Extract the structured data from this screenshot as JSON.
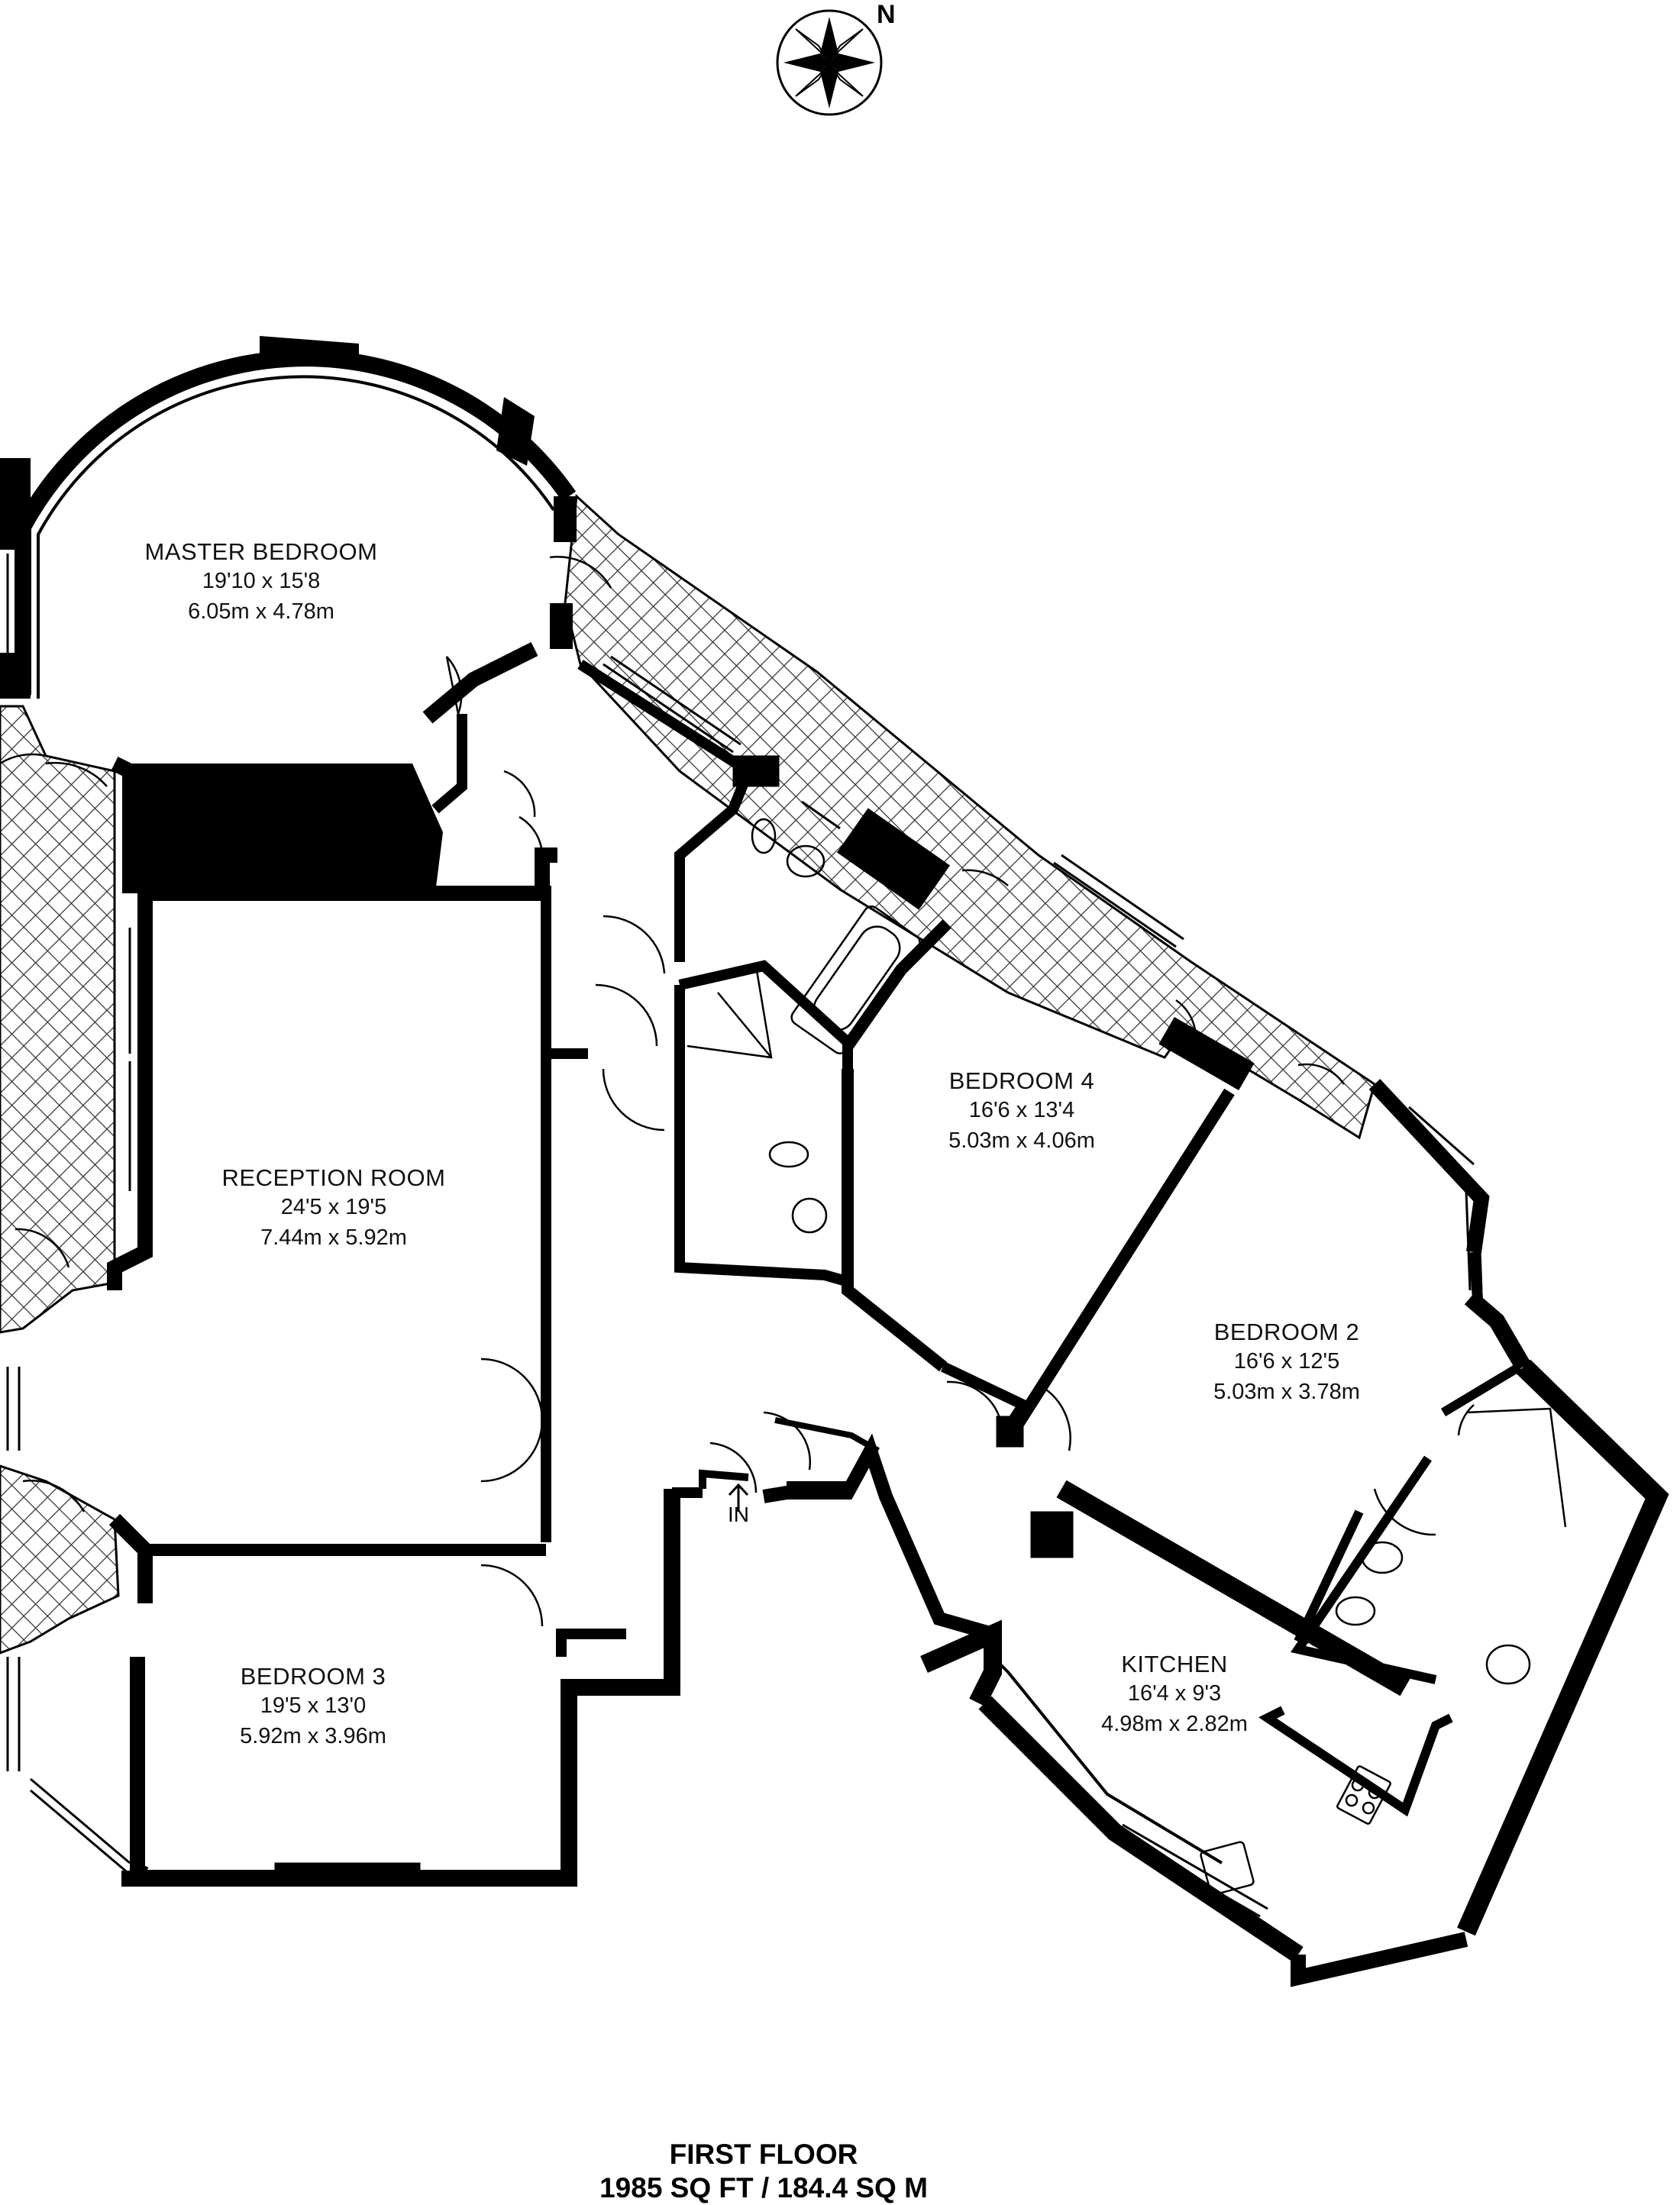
{
  "compass": {
    "label": "N"
  },
  "rooms": {
    "master_bedroom": {
      "name": "MASTER BEDROOM",
      "imperial": "19'10 x 15'8",
      "metric": "6.05m x 4.78m"
    },
    "reception_room": {
      "name": "RECEPTION ROOM",
      "imperial": "24'5 x 19'5",
      "metric": "7.44m x 5.92m"
    },
    "bedroom_3": {
      "name": "BEDROOM 3",
      "imperial": "19'5 x 13'0",
      "metric": "5.92m x 3.96m"
    },
    "bedroom_4": {
      "name": "BEDROOM 4",
      "imperial": "16'6 x 13'4",
      "metric": "5.03m x 4.06m"
    },
    "bedroom_2": {
      "name": "BEDROOM 2",
      "imperial": "16'6 x 12'5",
      "metric": "5.03m x 3.78m"
    },
    "kitchen": {
      "name": "KITCHEN",
      "imperial": "16'4 x 9'3",
      "metric": "4.98m x 2.82m"
    }
  },
  "entrance": {
    "label": "IN"
  },
  "footer": {
    "floor": "FIRST FLOOR",
    "area": "1985 SQ FT / 184.4 SQ M"
  },
  "colors": {
    "wall": "#000000",
    "background": "#ffffff",
    "hatch": "#333333"
  }
}
